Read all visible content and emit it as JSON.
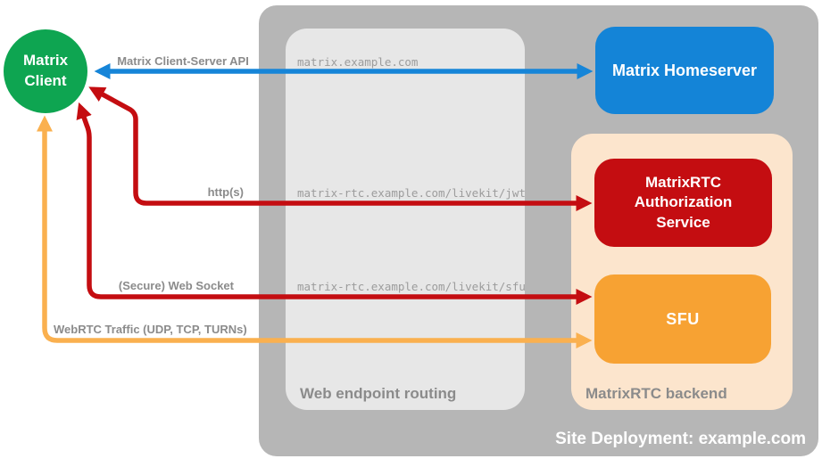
{
  "colors": {
    "container_gray": "#b6b6b6",
    "routing_gray": "#e7e7e7",
    "backend_peach": "#fce5cd",
    "client_green": "#0ea551",
    "homeserver_blue": "#1484d7",
    "service_red": "#c40d11",
    "sfu_orange": "#f7a233",
    "arrow_blue": "#1685d8",
    "arrow_red": "#c40d11",
    "arrow_orange": "#fab04f",
    "label_gray": "#8b8b8b",
    "mono_gray": "#9c9c9c"
  },
  "containers": {
    "site_label": "Site Deployment: example.com",
    "routing_label": "Web endpoint routing",
    "backend_label": "MatrixRTC backend"
  },
  "nodes": {
    "client": "Matrix Client",
    "homeserver": "Matrix Homeserver",
    "auth_service": "MatrixRTC Authorization Service",
    "sfu": "SFU"
  },
  "routes": {
    "homeserver": "matrix.example.com",
    "jwt": "matrix-rtc.example.com/livekit/jwt",
    "sfu": "matrix-rtc.example.com/livekit/sfu"
  },
  "arrows": {
    "api": "Matrix Client-Server API",
    "http": "http(s)",
    "websocket": "(Secure) Web Socket",
    "webrtc": "WebRTC Traffic (UDP, TCP, TURNs)"
  }
}
